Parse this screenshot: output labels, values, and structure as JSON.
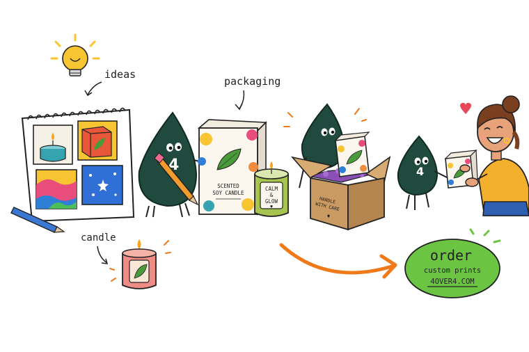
{
  "labels": {
    "ideas": "ideas",
    "packaging": "packaging",
    "candle": "candle"
  },
  "mascot": {
    "number": "4"
  },
  "box_text": [
    "SCENTED",
    "SOY CANDLE"
  ],
  "jar_text": [
    "CALM",
    "&",
    "GLOW"
  ],
  "shipping_box_text": [
    "HANDLE",
    "WITH CARE"
  ],
  "order_badge": {
    "line1": "order",
    "line2": "custom prints",
    "line3": "4OVER4.COM"
  },
  "colors": {
    "mascot": "#1f4a3d",
    "badge_fill": "#6cc443",
    "arrow": "#f07a1a",
    "bulb": "#f7c531",
    "heart": "#e8475a",
    "box_kraft": "#c99a62",
    "candle_pink": "#f08c86",
    "jar_green": "#a7c451"
  }
}
